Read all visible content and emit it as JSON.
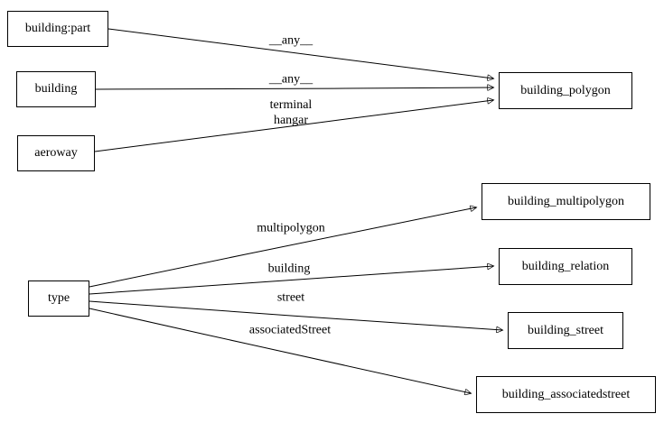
{
  "diagram": {
    "type": "directed-graph",
    "colors": {
      "background": "#ffffff",
      "node_fill": "#ffffff",
      "node_border": "#000000",
      "edge": "#000000",
      "text": "#000000"
    },
    "nodes": [
      {
        "id": "building_part",
        "label": "building:part"
      },
      {
        "id": "building",
        "label": "building"
      },
      {
        "id": "aeroway",
        "label": "aeroway"
      },
      {
        "id": "type",
        "label": "type"
      },
      {
        "id": "building_polygon",
        "label": "building_polygon"
      },
      {
        "id": "building_multipolygon",
        "label": "building_multipolygon"
      },
      {
        "id": "building_relation",
        "label": "building_relation"
      },
      {
        "id": "building_street",
        "label": "building_street"
      },
      {
        "id": "building_associatedstreet",
        "label": "building_associatedstreet"
      }
    ],
    "edges": [
      {
        "from": "building:part",
        "to": "building_polygon",
        "labels": [
          "__any__"
        ]
      },
      {
        "from": "building",
        "to": "building_polygon",
        "labels": [
          "__any__"
        ]
      },
      {
        "from": "aeroway",
        "to": "building_polygon",
        "labels": [
          "terminal",
          "hangar"
        ]
      },
      {
        "from": "type",
        "to": "building_multipolygon",
        "labels": [
          "multipolygon"
        ]
      },
      {
        "from": "type",
        "to": "building_relation",
        "labels": [
          "building"
        ]
      },
      {
        "from": "type",
        "to": "building_street",
        "labels": [
          "street"
        ]
      },
      {
        "from": "type",
        "to": "building_associatedstreet",
        "labels": [
          "associatedStreet"
        ]
      }
    ]
  }
}
